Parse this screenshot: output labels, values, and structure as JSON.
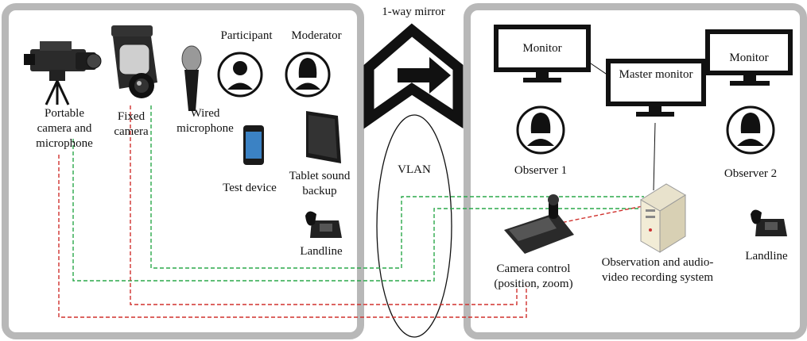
{
  "rooms": {
    "left": {
      "devices": {
        "portable_camera": "Portable camera and microphone",
        "fixed_camera": "Fixed camera",
        "wired_microphone": "Wired microphone",
        "participant": "Participant",
        "moderator": "Moderator",
        "test_device": "Test device",
        "tablet": "Tablet sound backup",
        "landline": "Landline"
      }
    },
    "right": {
      "devices": {
        "monitor_left": "Monitor",
        "monitor_right": "Monitor",
        "master_monitor": "Master monitor",
        "observer_1": "Observer 1",
        "observer_2": "Observer 2",
        "camera_control": "Camera control (position, zoom)",
        "recording_system": "Observation and audio-video recording system",
        "landline": "Landline"
      }
    }
  },
  "center": {
    "mirror": "1-way mirror",
    "vlan": "VLAN"
  },
  "colors": {
    "room_border": "#b8b8b8",
    "green_link": "#2aa84a",
    "red_link": "#d0312d",
    "icon_dark": "#111111"
  }
}
